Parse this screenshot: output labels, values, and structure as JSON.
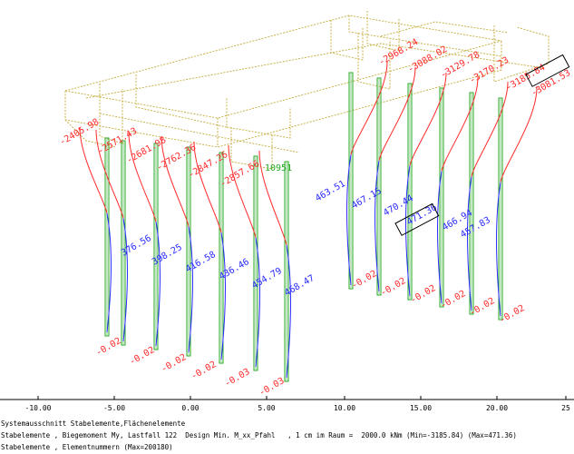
{
  "colors": {
    "structure": "#c8b24a",
    "pile": "#22aa22",
    "neg_curve": "#ff2a2a",
    "pos_curve": "#2a2aff",
    "element": "#22aa22"
  },
  "icons": [
    "moment-diagram"
  ],
  "element_label": "10951",
  "piles": [
    {
      "top": "-2405.98",
      "mid": "",
      "bot": "-0.02"
    },
    {
      "top": "-2571.43",
      "mid": "376.56",
      "bot": "-0.02"
    },
    {
      "top": "-2681.98",
      "mid": "398.25",
      "bot": "-0.02"
    },
    {
      "top": "-2762.36",
      "mid": "416.58",
      "bot": "-0.02"
    },
    {
      "top": "-2847.26",
      "mid": "436.46",
      "bot": "-0.03"
    },
    {
      "top": "-2857.66",
      "mid": "454.79",
      "bot": "-0.03"
    },
    {
      "top": "",
      "mid": "468.47",
      "bot": ""
    },
    {
      "top": "-2968.24",
      "mid": "463.51",
      "bot": "-0.02"
    },
    {
      "top": "-3088.02",
      "mid": "467.15",
      "bot": "-0.02"
    },
    {
      "top": "-3129.78",
      "mid": "470.44",
      "bot": "-0.02"
    },
    {
      "top": "-3170.23",
      "mid": "471.36",
      "bot": "-0.02"
    },
    {
      "top": "-3185.84",
      "mid": "466.94",
      "bot": "-0.02"
    },
    {
      "top": "-3081.53",
      "mid": "457.83",
      "bot": "-0.02"
    }
  ],
  "axis_ticks": [
    "-10.00",
    "-5.00",
    "0.00",
    "5.00",
    "10.00",
    "15.00",
    "20.00",
    "25"
  ],
  "status_lines": [
    "Systemausschnitt Stabelemente,Flächenelemente",
    "Stabelemente , Biegemoment My, Lastfall 122  Design Min. M_xx_Pfahl   , 1 cm im Raum =  2000.0 kNm (Min=-3185.84) (Max=471.36)",
    "Stabelemente , Elementnummern (Max=200180)"
  ]
}
